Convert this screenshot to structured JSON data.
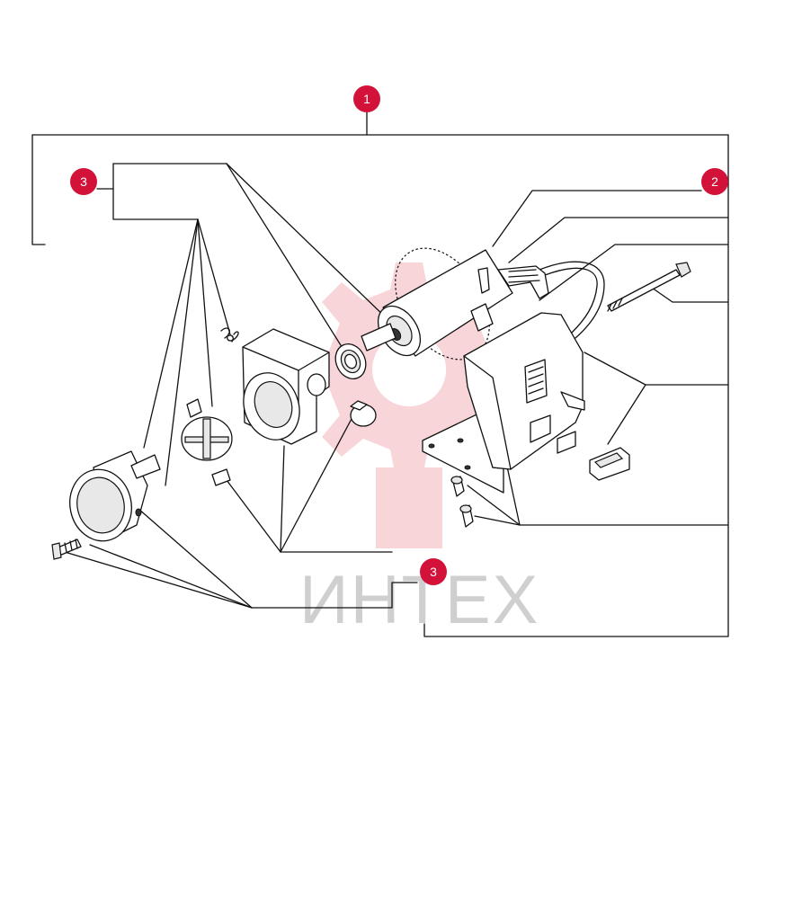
{
  "watermark": {
    "text": "ИНТЕХ",
    "color": "#cfcfcf",
    "gear_color": "#f3b3b8"
  },
  "callout_color": "#d21238",
  "callouts": [
    {
      "label": "1"
    },
    {
      "label": "2"
    },
    {
      "label": "3"
    },
    {
      "label": "3"
    }
  ]
}
